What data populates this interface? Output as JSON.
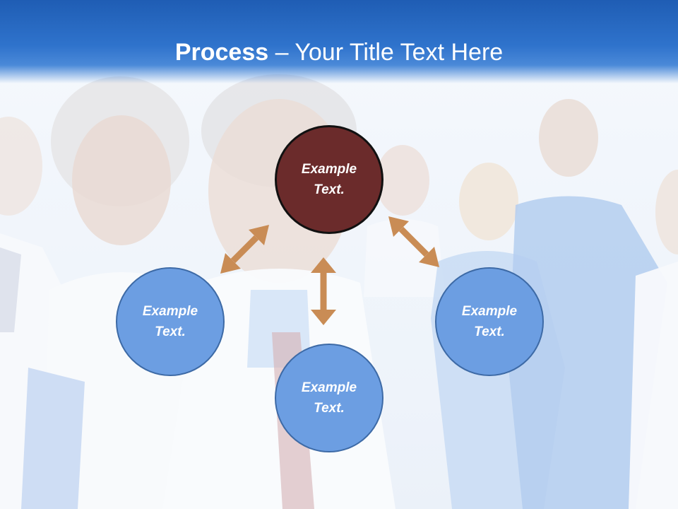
{
  "slide": {
    "title_bold": "Process",
    "title_rest": " – Your Title Text Here"
  },
  "nodes": {
    "top": {
      "line1": "Example",
      "line2": "Text."
    },
    "left": {
      "line1": "Example",
      "line2": "Text."
    },
    "bottom": {
      "line1": "Example",
      "line2": "Text."
    },
    "right": {
      "line1": "Example",
      "line2": "Text."
    }
  },
  "colors": {
    "header_blue": "#2f73cc",
    "node_blue": "#6c9ee2",
    "node_brown": "#6b2b2b",
    "arrow_tan": "#c98c55"
  }
}
